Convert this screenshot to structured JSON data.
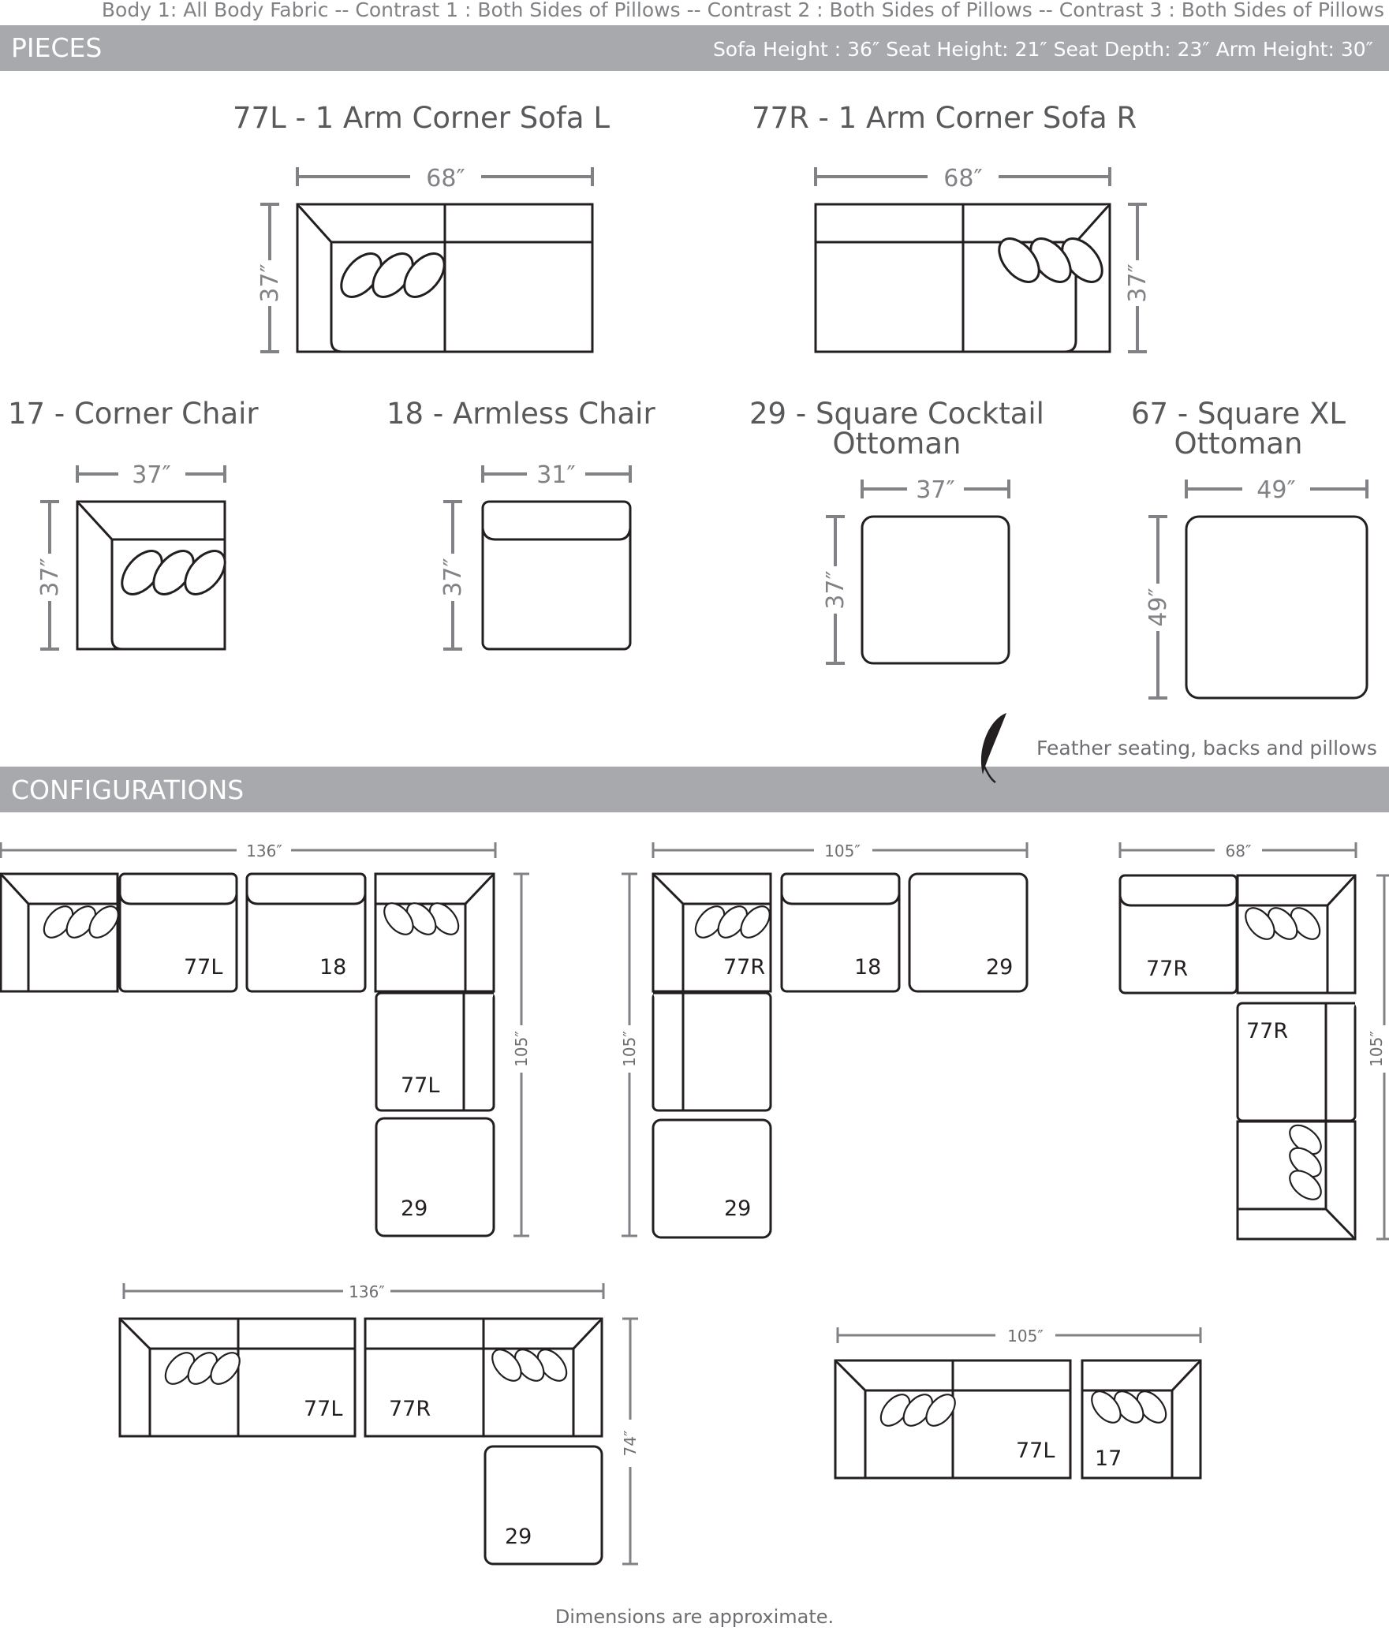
{
  "fabric_note": "Body 1: All Body Fabric -- Contrast 1 : Both Sides of Pillows -- Contrast 2 : Both Sides of Pillows -- Contrast 3 : Both Sides of Pillows",
  "pieces_section": {
    "title": "PIECES",
    "specs": "Sofa Height : 36″   Seat Height: 21″   Seat Depth: 23″   Arm Height: 30″"
  },
  "pieces": [
    {
      "title": "77L - 1 Arm Corner Sofa L",
      "width": "68″",
      "depth": "37″"
    },
    {
      "title": "77R - 1 Arm Corner Sofa R",
      "width": "68″",
      "depth": "37″"
    },
    {
      "title": "17 - Corner Chair",
      "width": "37″",
      "depth": "37″"
    },
    {
      "title": "18 - Armless Chair",
      "width": "31″",
      "depth": "37″"
    },
    {
      "title_line1": "29 - Square Cocktail",
      "title_line2": "Ottoman",
      "width": "37″",
      "depth": "37″"
    },
    {
      "title_line1": "67 - Square XL",
      "title_line2": "Ottoman",
      "width": "49″",
      "depth": "49″"
    }
  ],
  "feather_note": "Feather seating, backs and pillows",
  "feather_icon": "feather-icon",
  "configurations_section": {
    "title": "CONFIGURATIONS"
  },
  "configurations": [
    {
      "width": "136″",
      "depth": "105″",
      "labels": [
        "77L",
        "18",
        "77L",
        "29"
      ]
    },
    {
      "width": "105″",
      "depth": "105″",
      "labels": [
        "77R",
        "18",
        "29",
        "29"
      ]
    },
    {
      "width": "68″",
      "depth": "105″",
      "labels": [
        "77R",
        "77R"
      ]
    },
    {
      "width": "136″",
      "depth": "74″",
      "labels": [
        "77L",
        "77R",
        "29"
      ]
    },
    {
      "width": "105″",
      "labels": [
        "77L",
        "17"
      ]
    }
  ],
  "footer_note": "Dimensions are approximate."
}
